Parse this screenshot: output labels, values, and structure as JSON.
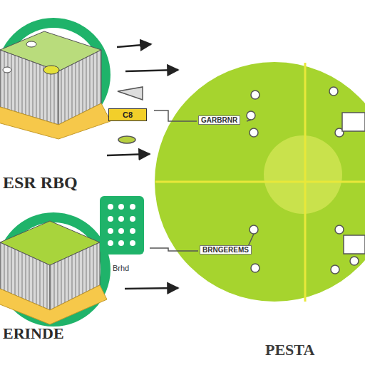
{
  "diagram": {
    "nodes": [
      {
        "text": [
          "C8"
        ]
      }
    ],
    "labels": [
      "ESR RBQ",
      "Brhd",
      "GARBRNR",
      "BRNGEREMS",
      "ERINDE",
      "PESTA"
    ]
  }
}
